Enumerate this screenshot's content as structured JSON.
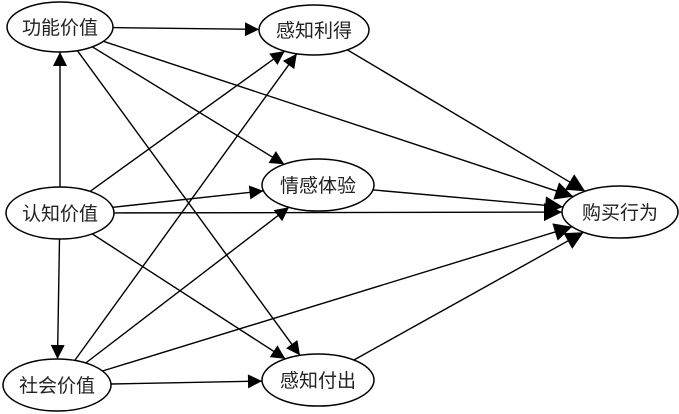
{
  "diagram": {
    "type": "directed-graph",
    "nodes": [
      {
        "id": "functional_value",
        "label": "功能价值"
      },
      {
        "id": "cognitive_value",
        "label": "认知价值"
      },
      {
        "id": "social_value",
        "label": "社会价值"
      },
      {
        "id": "perceived_benefit",
        "label": "感知利得"
      },
      {
        "id": "emotional_experience",
        "label": "情感体验"
      },
      {
        "id": "perceived_cost",
        "label": "感知付出"
      },
      {
        "id": "purchase_behavior",
        "label": "购买行为"
      }
    ],
    "edges": [
      {
        "from": "cognitive_value",
        "to": "functional_value"
      },
      {
        "from": "cognitive_value",
        "to": "social_value"
      },
      {
        "from": "functional_value",
        "to": "perceived_benefit"
      },
      {
        "from": "functional_value",
        "to": "emotional_experience"
      },
      {
        "from": "functional_value",
        "to": "perceived_cost"
      },
      {
        "from": "functional_value",
        "to": "purchase_behavior"
      },
      {
        "from": "cognitive_value",
        "to": "perceived_benefit"
      },
      {
        "from": "cognitive_value",
        "to": "emotional_experience"
      },
      {
        "from": "cognitive_value",
        "to": "perceived_cost"
      },
      {
        "from": "cognitive_value",
        "to": "purchase_behavior"
      },
      {
        "from": "social_value",
        "to": "perceived_benefit"
      },
      {
        "from": "social_value",
        "to": "emotional_experience"
      },
      {
        "from": "social_value",
        "to": "perceived_cost"
      },
      {
        "from": "social_value",
        "to": "purchase_behavior"
      },
      {
        "from": "perceived_benefit",
        "to": "purchase_behavior"
      },
      {
        "from": "emotional_experience",
        "to": "purchase_behavior"
      },
      {
        "from": "perceived_cost",
        "to": "purchase_behavior"
      }
    ],
    "colors": {
      "stroke": "#000000",
      "fill": "#ffffff",
      "text": "#222222"
    }
  }
}
